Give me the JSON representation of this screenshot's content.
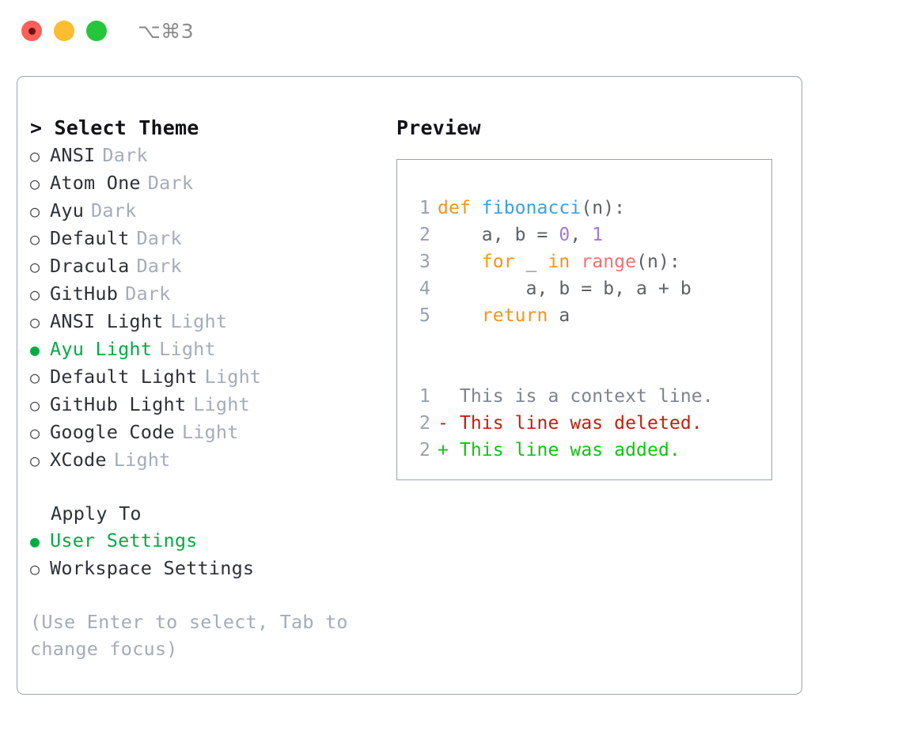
{
  "window": {
    "title": "⌥⌘3",
    "traffic_lights": [
      {
        "name": "close",
        "color": "#fb6058"
      },
      {
        "name": "minimize",
        "color": "#fcbd2e"
      },
      {
        "name": "maximize",
        "color": "#25c53c"
      }
    ]
  },
  "theme_picker": {
    "header": "> Select Theme",
    "bullet_unselected": "○",
    "bullet_selected": "●",
    "items": [
      {
        "label": "ANSI",
        "variant": "Dark",
        "selected": false
      },
      {
        "label": "Atom One",
        "variant": "Dark",
        "selected": false
      },
      {
        "label": "Ayu",
        "variant": "Dark",
        "selected": false
      },
      {
        "label": "Default",
        "variant": "Dark",
        "selected": false
      },
      {
        "label": "Dracula",
        "variant": "Dark",
        "selected": false
      },
      {
        "label": "GitHub",
        "variant": "Dark",
        "selected": false
      },
      {
        "label": "ANSI Light",
        "variant": "Light",
        "selected": false
      },
      {
        "label": "Ayu Light",
        "variant": "Light",
        "selected": true
      },
      {
        "label": "Default Light",
        "variant": "Light",
        "selected": false
      },
      {
        "label": "GitHub Light",
        "variant": "Light",
        "selected": false
      },
      {
        "label": "Google Code",
        "variant": "Light",
        "selected": false
      },
      {
        "label": "XCode",
        "variant": "Light",
        "selected": false
      }
    ]
  },
  "apply_to": {
    "title": "Apply To",
    "items": [
      {
        "label": "User Settings",
        "selected": true
      },
      {
        "label": "Workspace Settings",
        "selected": false
      }
    ]
  },
  "hint": "(Use Enter to select, Tab to change focus)",
  "preview": {
    "title": "Preview",
    "code_lines": [
      {
        "num": "1",
        "tokens": [
          {
            "text": "def ",
            "kind": "kw"
          },
          {
            "text": "fibonacci",
            "kind": "fn"
          },
          {
            "text": "(n):",
            "kind": "plain"
          }
        ]
      },
      {
        "num": "2",
        "tokens": [
          {
            "text": "    a, b = ",
            "kind": "plain"
          },
          {
            "text": "0",
            "kind": "num"
          },
          {
            "text": ", ",
            "kind": "plain"
          },
          {
            "text": "1",
            "kind": "num"
          }
        ]
      },
      {
        "num": "3",
        "tokens": [
          {
            "text": "    ",
            "kind": "plain"
          },
          {
            "text": "for",
            "kind": "kw"
          },
          {
            "text": " _ ",
            "kind": "plain"
          },
          {
            "text": "in",
            "kind": "kw"
          },
          {
            "text": " ",
            "kind": "plain"
          },
          {
            "text": "range",
            "kind": "bi"
          },
          {
            "text": "(n):",
            "kind": "plain"
          }
        ]
      },
      {
        "num": "4",
        "tokens": [
          {
            "text": "        a, b = b, a + b",
            "kind": "plain"
          }
        ]
      },
      {
        "num": "5",
        "tokens": [
          {
            "text": "    ",
            "kind": "plain"
          },
          {
            "text": "return",
            "kind": "kw"
          },
          {
            "text": " a",
            "kind": "plain"
          }
        ]
      }
    ],
    "diff_lines": [
      {
        "num": "1",
        "marker": " ",
        "text": "This is a context line.",
        "kind": "ctx"
      },
      {
        "num": "2",
        "marker": "-",
        "text": "This line was deleted.",
        "kind": "del"
      },
      {
        "num": "2",
        "marker": "+",
        "text": "This line was added.",
        "kind": "add"
      }
    ]
  },
  "colors": {
    "accent_green": "#00ad43",
    "muted": "#a3acba",
    "border": "#9aa5b4",
    "keyword": "#f79318",
    "function": "#3aa0e8",
    "number": "#a478d8",
    "builtin": "#f47070",
    "diff_delete": "#c81d0d",
    "diff_add": "#12c312"
  }
}
